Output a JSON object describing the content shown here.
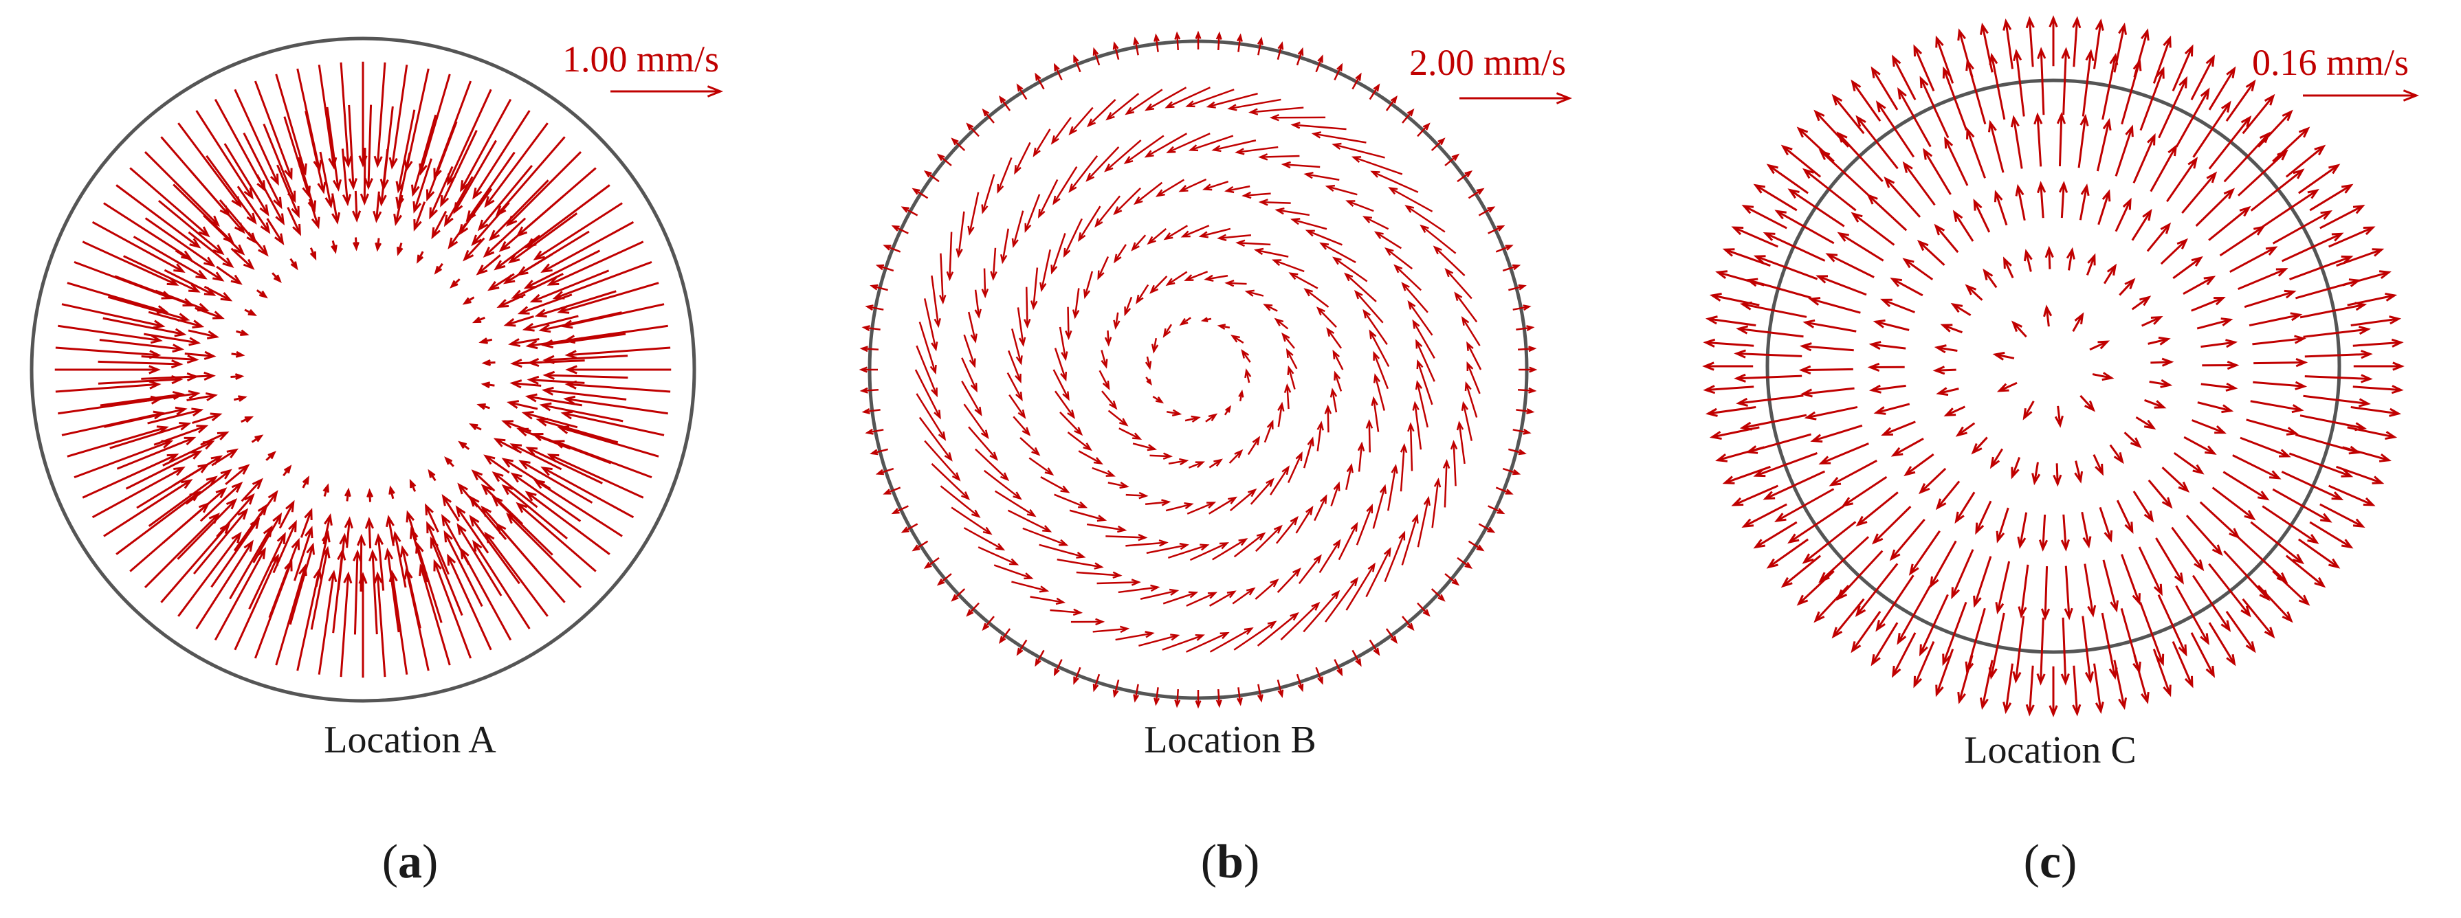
{
  "figure": {
    "arrow_color": "#c00000",
    "circle_color": "#555555",
    "panels": [
      {
        "id": "a",
        "location_label": "Location A",
        "sub_label_letter": "a",
        "scale_label": "1.00 mm/s",
        "flow": "inward"
      },
      {
        "id": "b",
        "location_label": "Location B",
        "sub_label_letter": "b",
        "scale_label": "2.00 mm/s",
        "flow": "mixed"
      },
      {
        "id": "c",
        "location_label": "Location C",
        "sub_label_letter": "c",
        "scale_label": "0.16 mm/s",
        "flow": "outward"
      }
    ]
  }
}
